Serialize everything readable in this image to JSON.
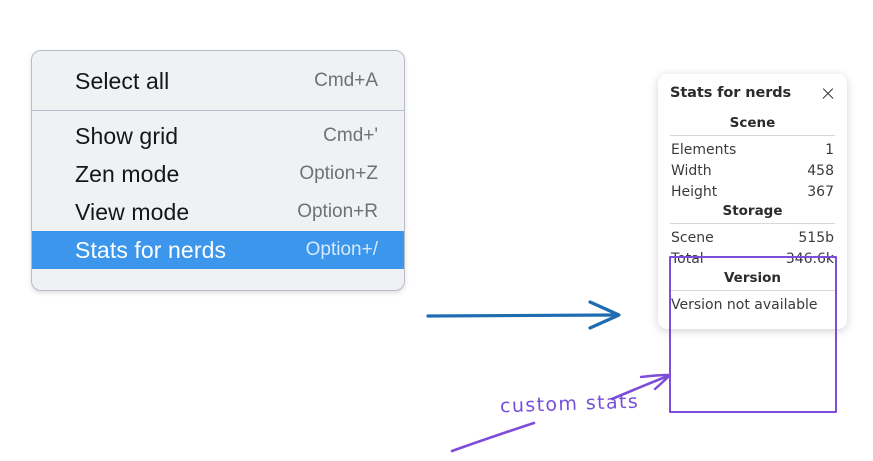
{
  "context_menu": {
    "groups": [
      {
        "items": [
          {
            "label": "Select all",
            "shortcut": "Cmd+A",
            "selected": false
          }
        ]
      },
      {
        "items": [
          {
            "label": "Show grid",
            "shortcut": "Cmd+'",
            "selected": false
          },
          {
            "label": "Zen mode",
            "shortcut": "Option+Z",
            "selected": false
          },
          {
            "label": "View mode",
            "shortcut": "Option+R",
            "selected": false
          },
          {
            "label": "Stats for nerds",
            "shortcut": "Option+/",
            "selected": true
          }
        ]
      }
    ]
  },
  "stats_panel": {
    "title": "Stats for nerds",
    "close_icon": "close-icon",
    "sections": [
      {
        "heading": "Scene",
        "rows": [
          {
            "key": "Elements",
            "value": "1"
          },
          {
            "key": "Width",
            "value": "458"
          },
          {
            "key": "Height",
            "value": "367"
          }
        ]
      },
      {
        "heading": "Storage",
        "rows": [
          {
            "key": "Scene",
            "value": "515b"
          },
          {
            "key": "Total",
            "value": "346.6k"
          }
        ]
      },
      {
        "heading": "Version",
        "plain": "Version not available"
      }
    ]
  },
  "annotations": {
    "custom_stats_label": "custom stats",
    "flow_arrow_icon": "right-arrow-icon",
    "pointer_arrow_icon": "up-right-arrow-icon",
    "underline_stroke_icon": "diagonal-stroke-icon"
  },
  "colors": {
    "menu_highlight": "#3b96ec",
    "menu_background": "#f0f1f3",
    "flow_arrow": "#1f6cb0",
    "annotation_purple": "#7c4dd8"
  }
}
